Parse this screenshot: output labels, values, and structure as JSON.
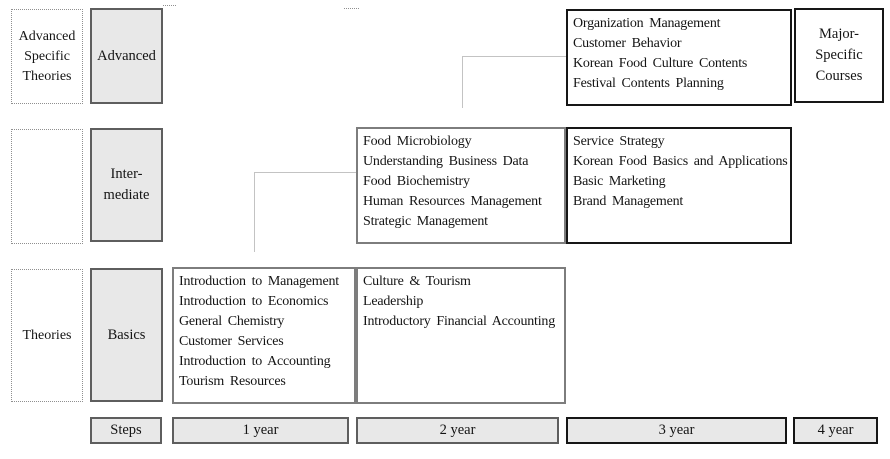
{
  "left_column": {
    "advanced_label_lines": [
      "Advanced",
      "Specific",
      "Theories"
    ],
    "theories_label": "Theories"
  },
  "steps_column": {
    "advanced": "Advanced",
    "intermediate_lines": [
      "Inter-",
      "mediate"
    ],
    "basics": "Basics"
  },
  "course_boxes": {
    "advanced_year3": {
      "courses": [
        "Organization Management",
        "Customer Behavior",
        "Korean Food Culture Contents",
        "Festival Contents Planning"
      ]
    },
    "advanced_year4_lines": [
      "Major-",
      "Specific",
      "Courses"
    ],
    "intermediate_year2": {
      "courses": [
        "Food Microbiology",
        "Understanding Business Data",
        "Food Biochemistry",
        "Human Resources Management",
        "Strategic Management"
      ]
    },
    "intermediate_year3": {
      "courses": [
        "Service Strategy",
        "Korean Food Basics and Applications",
        "Basic Marketing",
        "Brand Management"
      ]
    },
    "basics_year1": {
      "courses": [
        "Introduction to Management",
        "Introduction to Economics",
        "General Chemistry",
        "Customer Services",
        "Introduction to Accounting",
        "Tourism Resources"
      ]
    },
    "basics_year2": {
      "courses": [
        "Culture & Tourism",
        "Leadership",
        "Introductory Financial Accounting"
      ]
    }
  },
  "footer": {
    "steps_label": "Steps",
    "years": [
      "1 year",
      "2 year",
      "3 year",
      "4 year"
    ]
  },
  "colors": {
    "box_fill_gray": "#e8e8e8",
    "border_dark_gray": "#5e5e5e",
    "border_light_gray": "#7d7d7d",
    "border_black": "#161616",
    "connector_gray": "#c3c3c3"
  }
}
